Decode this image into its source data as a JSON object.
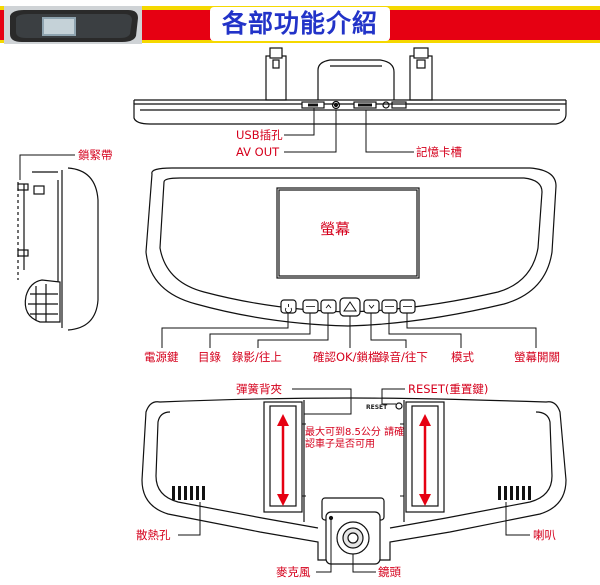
{
  "title": "各部功能介紹",
  "colors": {
    "band": "#e60012",
    "band_stripe": "#f5d800",
    "title": "#2233c8",
    "label": "#d5001c",
    "line": "#111111"
  },
  "top_view": {
    "usb": "USB插孔",
    "av": "AV OUT",
    "card": "記憶卡槽"
  },
  "side_view": {
    "strap": "鎖緊帶"
  },
  "front_view": {
    "screen": "螢幕",
    "buttons": [
      "電源鍵",
      "目錄",
      "錄影/往上",
      "確認OK/鎖檔",
      "錄音/往下",
      "模式",
      "螢幕開關"
    ]
  },
  "back_view": {
    "clip": "彈簧背夾",
    "reset": "RESET(重置鍵)",
    "reset_marking": "RESET",
    "note": "最大可到8.5公分 請確認車子是否可用",
    "vent": "散熱孔",
    "speaker": "喇叭",
    "mic": "麥克風",
    "lens": "鏡頭"
  }
}
